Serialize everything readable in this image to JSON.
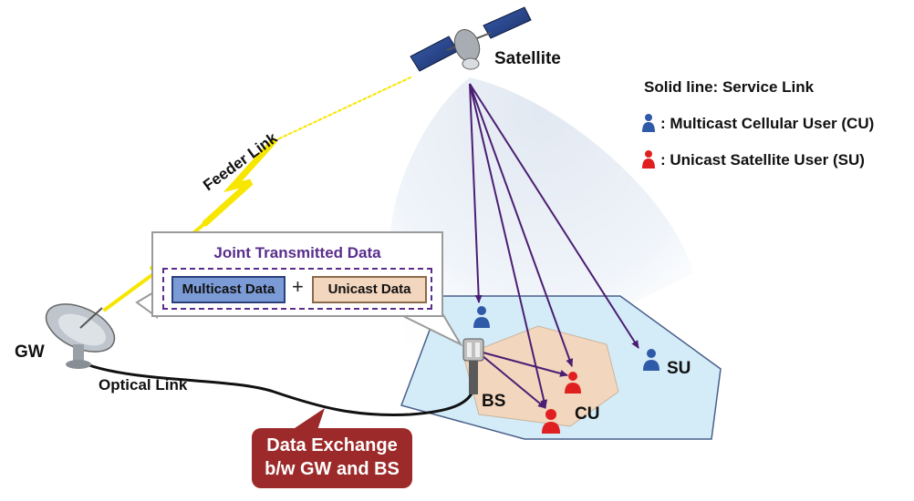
{
  "labels": {
    "satellite": "Satellite",
    "feeder_link": "Feeder Link",
    "gw": "GW",
    "optical_link": "Optical Link",
    "bs": "BS",
    "cu": "CU",
    "su": "SU"
  },
  "legend": {
    "title": "Solid line: Service Link",
    "items": [
      {
        "text": ": Multicast Cellular User (CU)",
        "color": "#2f5aa8"
      },
      {
        "text": ": Unicast Satellite User (SU)",
        "color": "#e02020"
      }
    ]
  },
  "callout": {
    "title": "Joint Transmitted Data",
    "multicast": "Multicast Data",
    "plus": "+",
    "unicast": "Unicast Data"
  },
  "exchange": {
    "line1": "Data Exchange",
    "line2": "b/w GW and BS"
  },
  "colors": {
    "beam": "#c8daee",
    "hexagon": "#d4ecf8",
    "cell": "#f2d6bd",
    "link": "#4b1e73",
    "feeder": "#ffef00",
    "multicast_user": "#2f5aa8",
    "unicast_user": "#e02020",
    "exchange_box": "#9c2a2a"
  }
}
